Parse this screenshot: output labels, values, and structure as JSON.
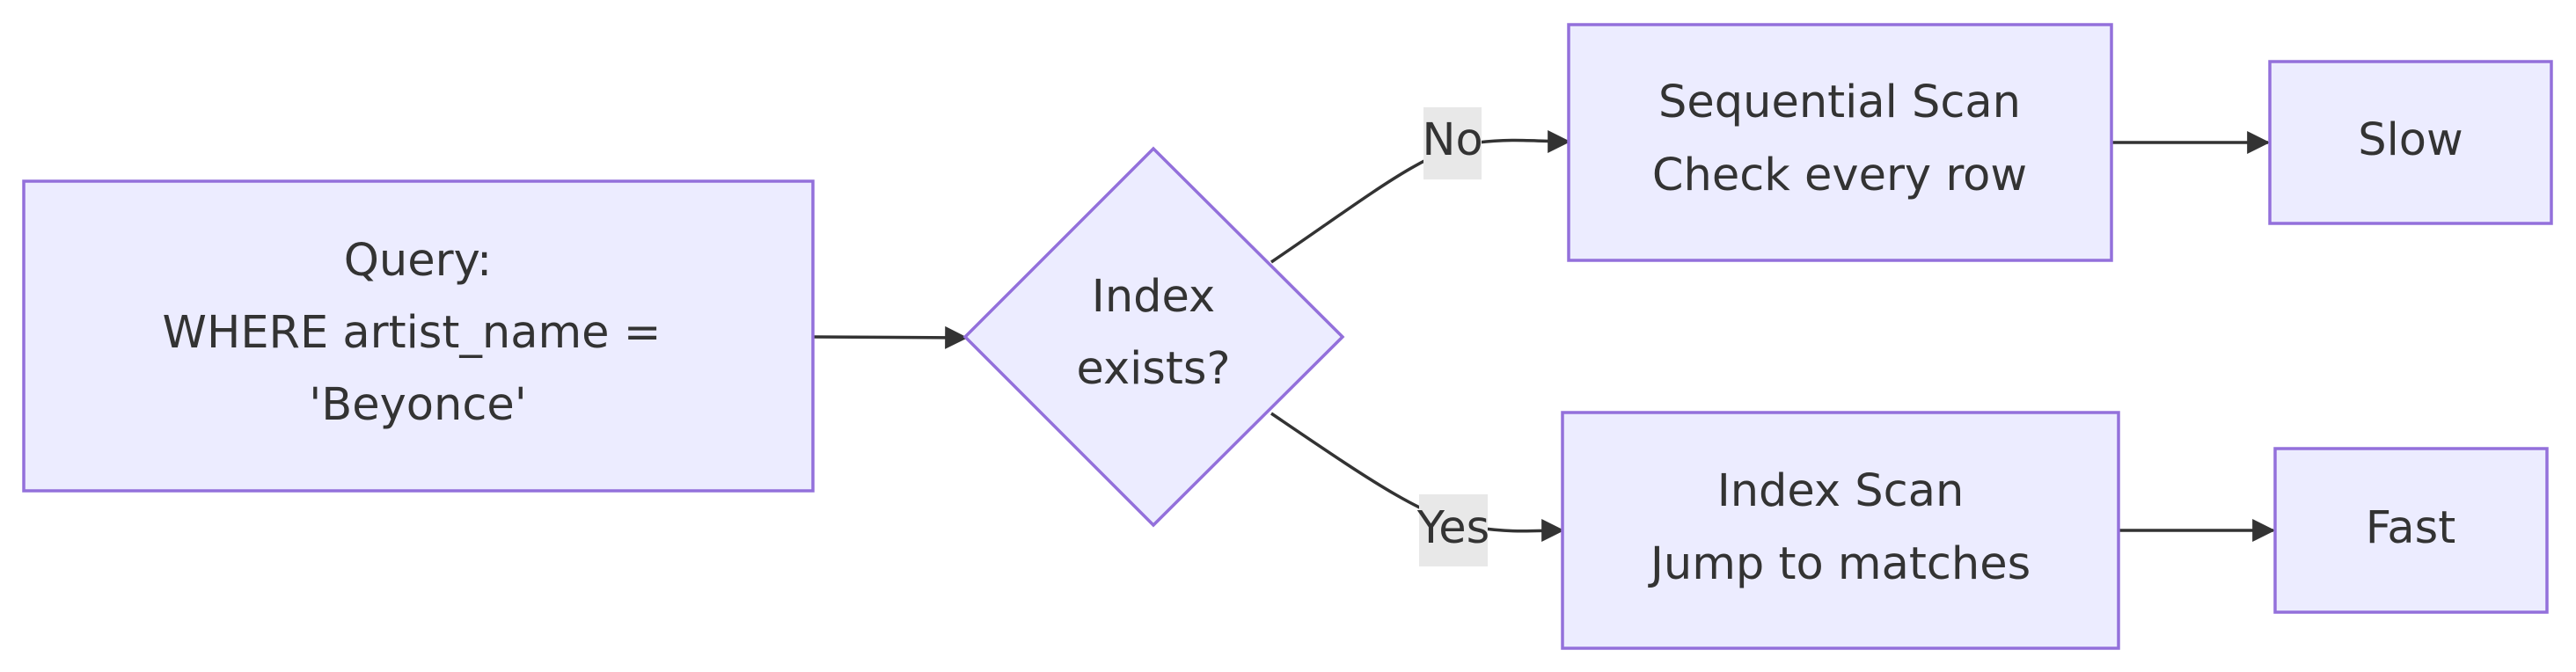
{
  "diagram": {
    "type": "flowchart",
    "direction": "LR",
    "colors": {
      "node_fill": "#ECECFF",
      "node_stroke": "#9370DB",
      "edge": "#333333",
      "edge_label_bg": "#E8E8E8",
      "text": "#333333"
    },
    "nodes": {
      "query": {
        "shape": "rectangle",
        "lines": [
          "Query:",
          "WHERE artist_name =",
          "'Beyonce'"
        ]
      },
      "decision": {
        "shape": "diamond",
        "lines": [
          "Index",
          "exists?"
        ]
      },
      "seq_scan": {
        "shape": "rectangle",
        "lines": [
          "Sequential Scan",
          "Check every row"
        ]
      },
      "index_scan": {
        "shape": "rectangle",
        "lines": [
          "Index Scan",
          "Jump to matches"
        ]
      },
      "slow": {
        "shape": "rectangle",
        "lines": [
          "Slow"
        ]
      },
      "fast": {
        "shape": "rectangle",
        "lines": [
          "Fast"
        ]
      }
    },
    "edges": [
      {
        "from": "query",
        "to": "decision",
        "label": ""
      },
      {
        "from": "decision",
        "to": "seq_scan",
        "label": "No"
      },
      {
        "from": "decision",
        "to": "index_scan",
        "label": "Yes"
      },
      {
        "from": "seq_scan",
        "to": "slow",
        "label": ""
      },
      {
        "from": "index_scan",
        "to": "fast",
        "label": ""
      }
    ]
  }
}
